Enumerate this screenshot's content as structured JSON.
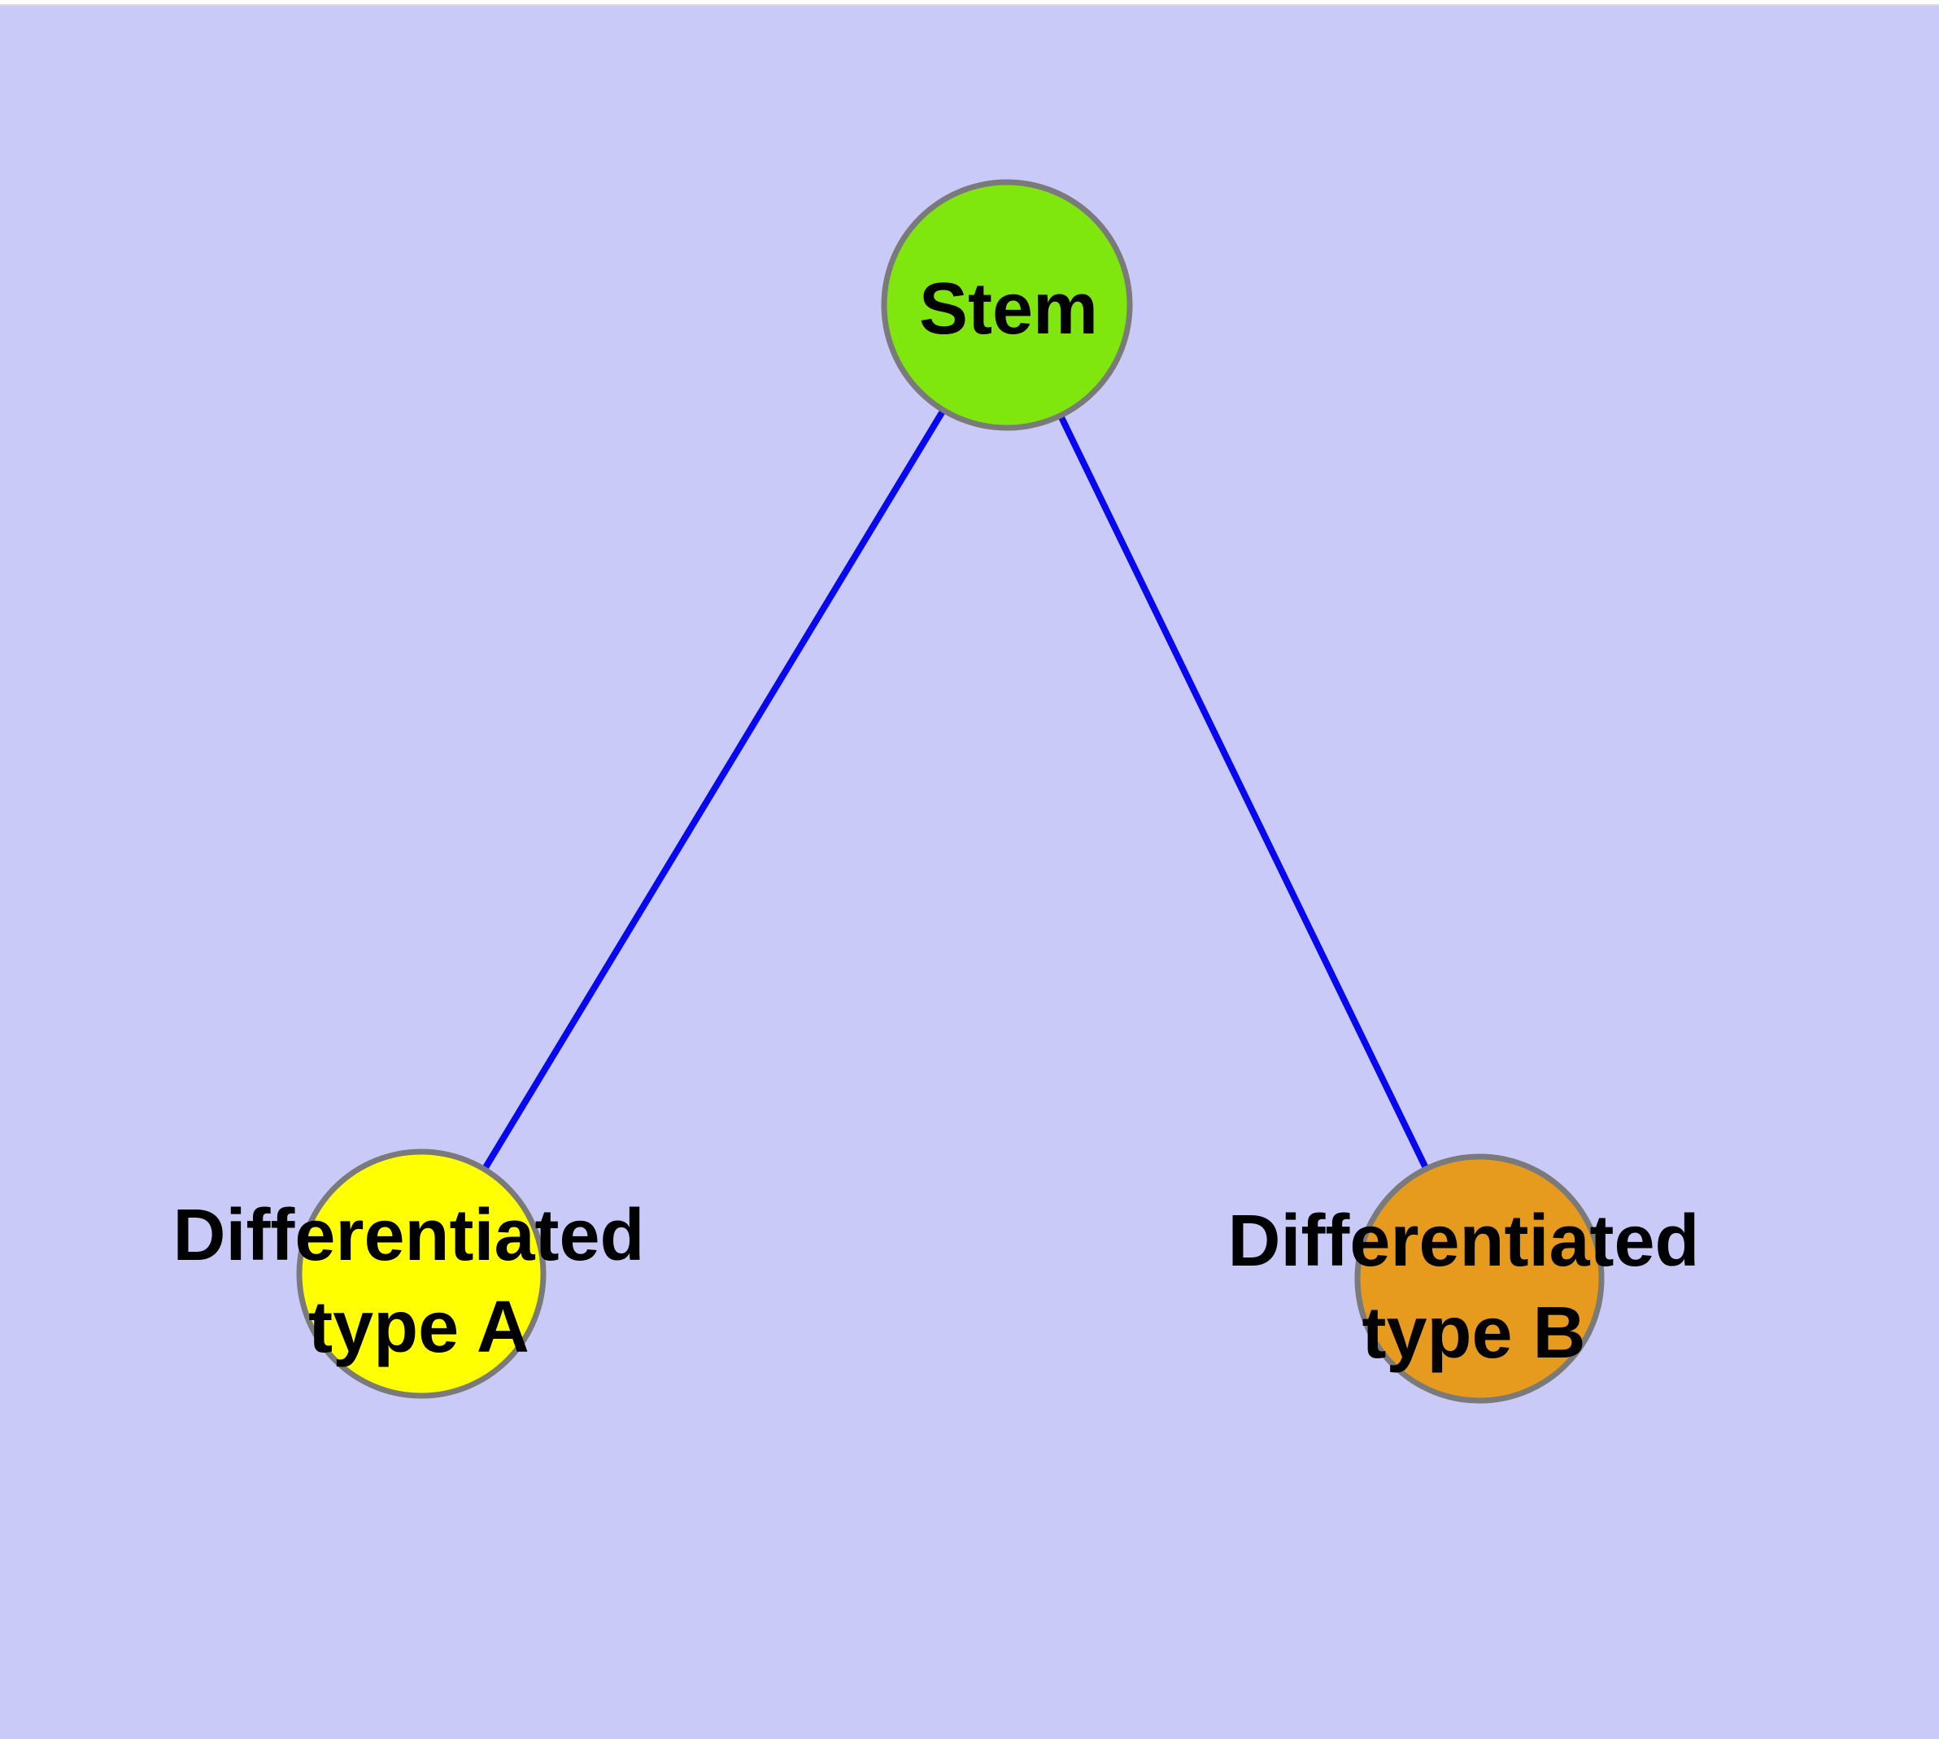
{
  "canvas": {
    "background_color": "#CACAF8",
    "top_strip_color": "#FFFFFF",
    "top_strip_line_color": "#DCDCE8"
  },
  "graph": {
    "edge_color": "#0808F0",
    "node_border_color": "#7A7A7A",
    "label_color": "#000000",
    "nodes": [
      {
        "id": "stem",
        "label": "Stem",
        "fill_color": "#7FE60E"
      },
      {
        "id": "differentiated-type-a",
        "label": "Differentiated type A",
        "lines": [
          "Differentiated",
          "type A"
        ],
        "fill_color": "#FFFF00"
      },
      {
        "id": "differentiated-type-b",
        "label": "Differentiated type B",
        "lines": [
          "Differentiated",
          "type B"
        ],
        "fill_color": "#E69A1E"
      }
    ],
    "edges": [
      {
        "from": "Stem",
        "to": "Differentiated type A"
      },
      {
        "from": "Stem",
        "to": "Differentiated type B"
      }
    ]
  }
}
